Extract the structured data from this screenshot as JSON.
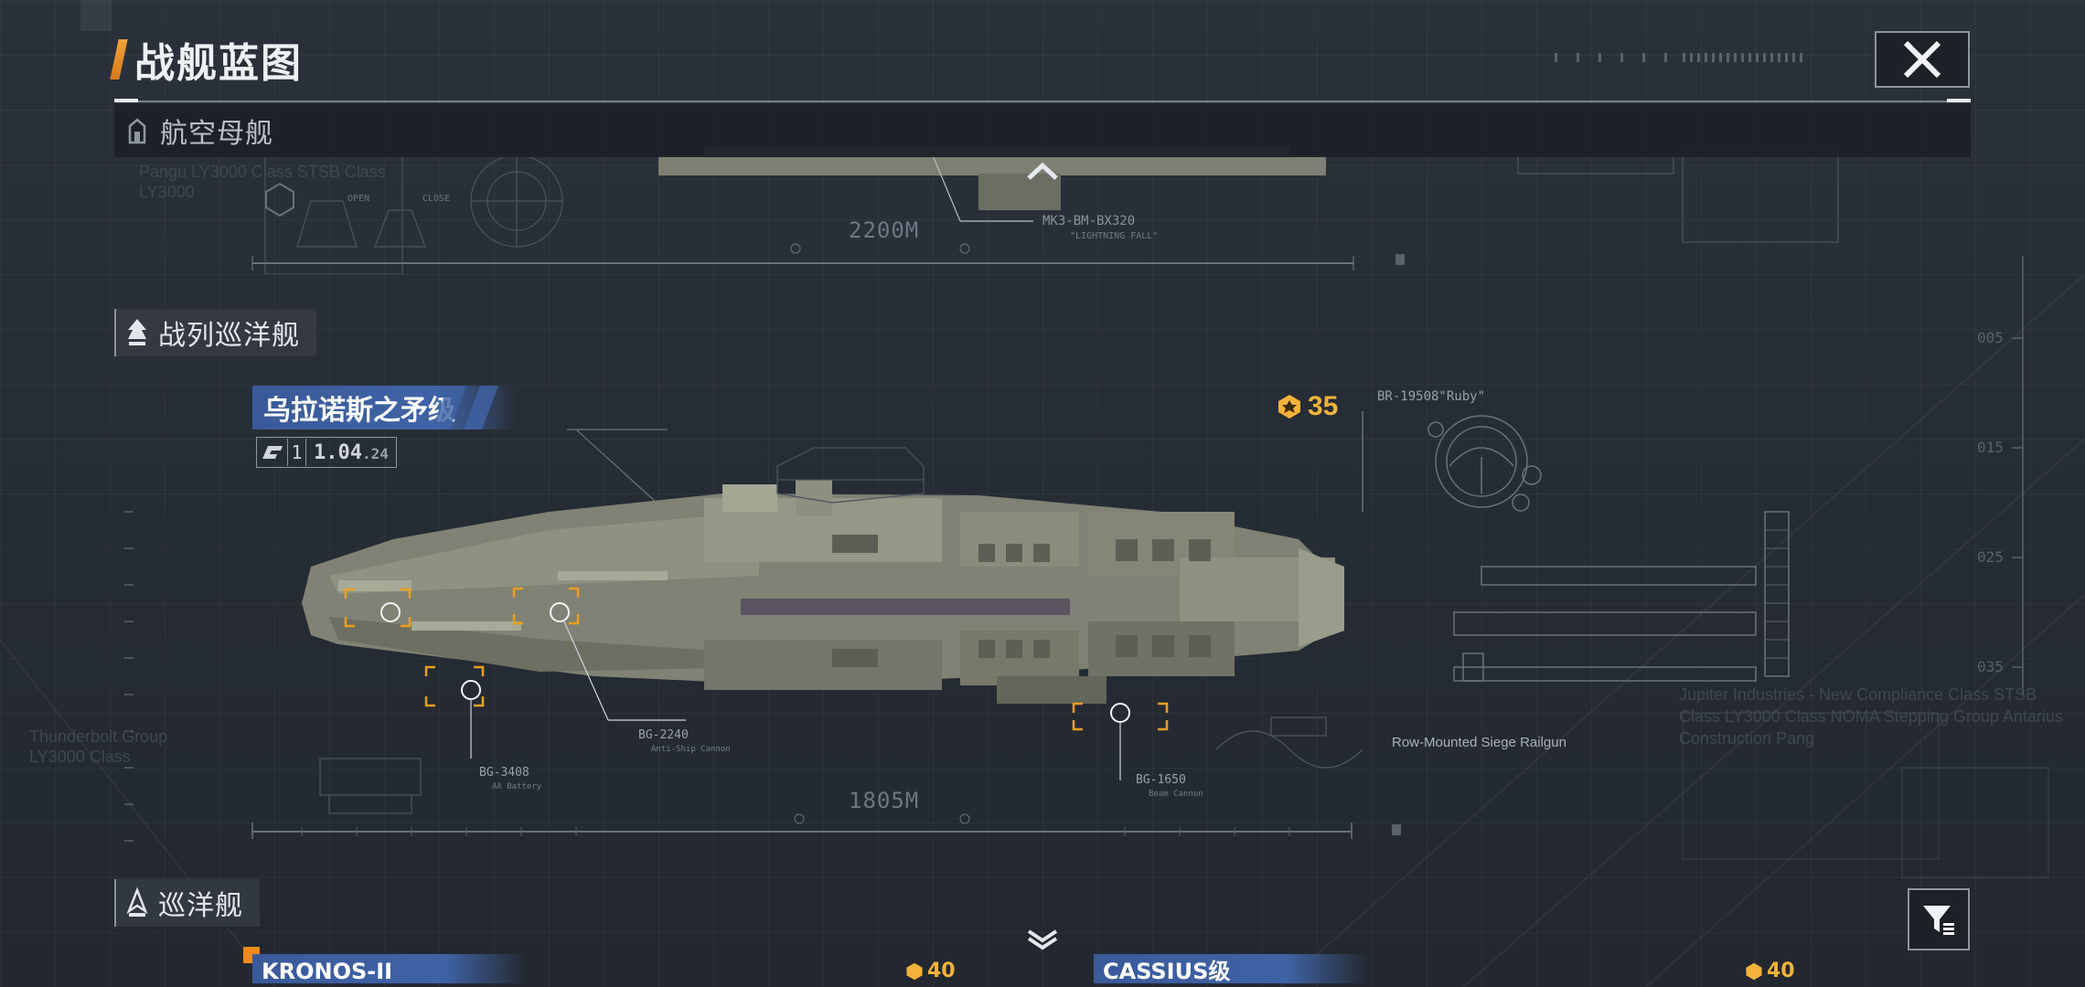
{
  "header": {
    "title": "战舰蓝图"
  },
  "categories": {
    "carrier": {
      "label": "航空母舰"
    },
    "battlecruiser": {
      "label": "战列巡洋舰"
    },
    "cruiser": {
      "label": "巡洋舰"
    }
  },
  "carrier_preview": {
    "weapon_code": "MK3-BM-BX320",
    "weapon_sub": "\"LIGHTNING FALL\"",
    "scale": "2200M",
    "labels": [
      "OPEN",
      "CLOSE"
    ],
    "faded_text": [
      "Pangu LY3000 Class STSB Class",
      "LY3000"
    ]
  },
  "ship": {
    "name": "乌拉诺斯之矛级",
    "tier": "1",
    "version": "1.04",
    "version_sub": ".24",
    "power": "35",
    "scale": "1805M",
    "components": [
      {
        "code": "BG-2240",
        "desc": "Anti-Ship Cannon"
      },
      {
        "code": "BG-3408",
        "desc": "AA Battery"
      },
      {
        "code": "BG-1650",
        "desc": "Beam Cannon"
      }
    ],
    "spec_ruby": "BR-19508\"Ruby\"",
    "railgun_title": "Row-Mounted Siege Railgun",
    "faded_text": [
      "Thunderbolt Group",
      "LY3000 Class",
      "Jupiter Industries - New Compliance Class STSB Class",
      "LY3000 Class NOMA Stepping Group Antarius Construction",
      "Pang"
    ]
  },
  "bottom_cards": [
    {
      "name": "KRONOS-II",
      "power": "40"
    },
    {
      "name": "CASSIUS级",
      "power": "40"
    }
  ],
  "colors": {
    "accent_orange": "#f0a23a",
    "name_blue": "#3f63a6",
    "power_gold": "#f3b23a",
    "bracket_orange": "#e8a020"
  },
  "icons": {
    "close": "close-icon",
    "filter": "filter-icon",
    "carrier": "carrier-class-icon",
    "battlecruiser": "battlecruiser-class-icon",
    "cruiser": "cruiser-class-icon",
    "power": "power-icon",
    "scroll_up": "chevron-up-icon",
    "scroll_down": "chevron-down-icon"
  }
}
